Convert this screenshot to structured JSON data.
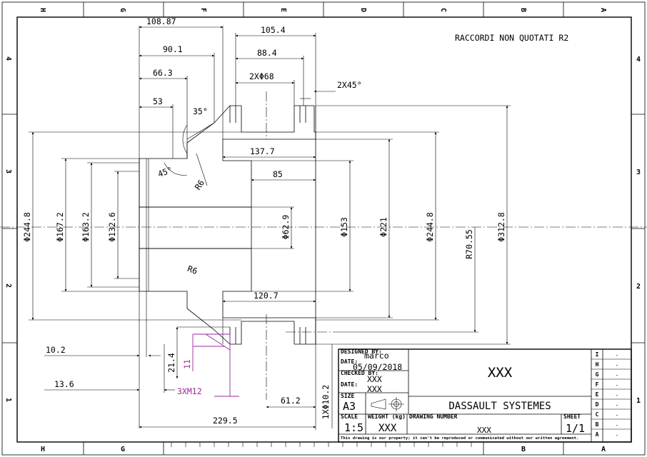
{
  "border": {
    "columns_top": [
      "H",
      "G",
      "F",
      "E",
      "D",
      "C",
      "B",
      "A"
    ],
    "columns_bottom": [
      "H",
      "G",
      "B",
      "A"
    ],
    "rows": [
      "4",
      "3",
      "2",
      "1"
    ]
  },
  "note": "RACCORDI NON QUOTATI R2",
  "dimensions": {
    "d108_87": "108.87",
    "d105_4": "105.4",
    "d90_1": "90.1",
    "d88_4": "88.4",
    "d66_3": "66.3",
    "d2x68": "2XΦ68",
    "d2x45": "2X45°",
    "d53": "53",
    "d35": "35°",
    "d45": "45°",
    "r6a": "R6",
    "r6b": "R6",
    "d137_7": "137.7",
    "d85": "85",
    "d120_7": "120.7",
    "phi244_8a": "Φ244.8",
    "phi167_2": "Φ167.2",
    "phi163_2": "Φ163.2",
    "phi132_6": "Φ132.6",
    "phi62_9": "Φ62.9",
    "phi153": "Φ153",
    "phi221": "Φ221",
    "phi244_8b": "Φ244.8",
    "r70_55": "R70.55",
    "phi312_8": "Φ312.8",
    "d10_2": "10.2",
    "d13_6": "13.6",
    "d21_4": "21.4",
    "d11": "11",
    "thread": "3XM12",
    "d1x10_2": "1XΦ10.2",
    "d61_2": "61.2",
    "d229_5": "229.5"
  },
  "title_block": {
    "designed_by_label": "DESIGNED BY:",
    "designed_by": "marco",
    "date_label": "DATE:",
    "date": "05/09/2018",
    "checked_by_label": "CHECKED BY:",
    "checked_by": "XXX",
    "date2_label": "DATE:",
    "date2": "XXX",
    "size_label": "SIZE",
    "size": "A3",
    "title": "XXX",
    "company": "DASSAULT SYSTEMES",
    "scale_label": "SCALE",
    "scale": "1:5",
    "weight_label": "WEIGHT (kg)",
    "weight": "XXX",
    "drawing_number_label": "DRAWING NUMBER",
    "drawing_number": "XXX",
    "sheet_label": "SHEET",
    "sheet": "1/1",
    "footer": "This drawing is our property; it can't be reproduced or communicated without our written agreement.",
    "revisions": [
      {
        "letter": "I",
        "value": "-"
      },
      {
        "letter": "H",
        "value": "-"
      },
      {
        "letter": "G",
        "value": "-"
      },
      {
        "letter": "F",
        "value": "-"
      },
      {
        "letter": "E",
        "value": "-"
      },
      {
        "letter": "D",
        "value": "-"
      },
      {
        "letter": "C",
        "value": "-"
      },
      {
        "letter": "B",
        "value": "-"
      },
      {
        "letter": "A",
        "value": "-"
      }
    ]
  }
}
